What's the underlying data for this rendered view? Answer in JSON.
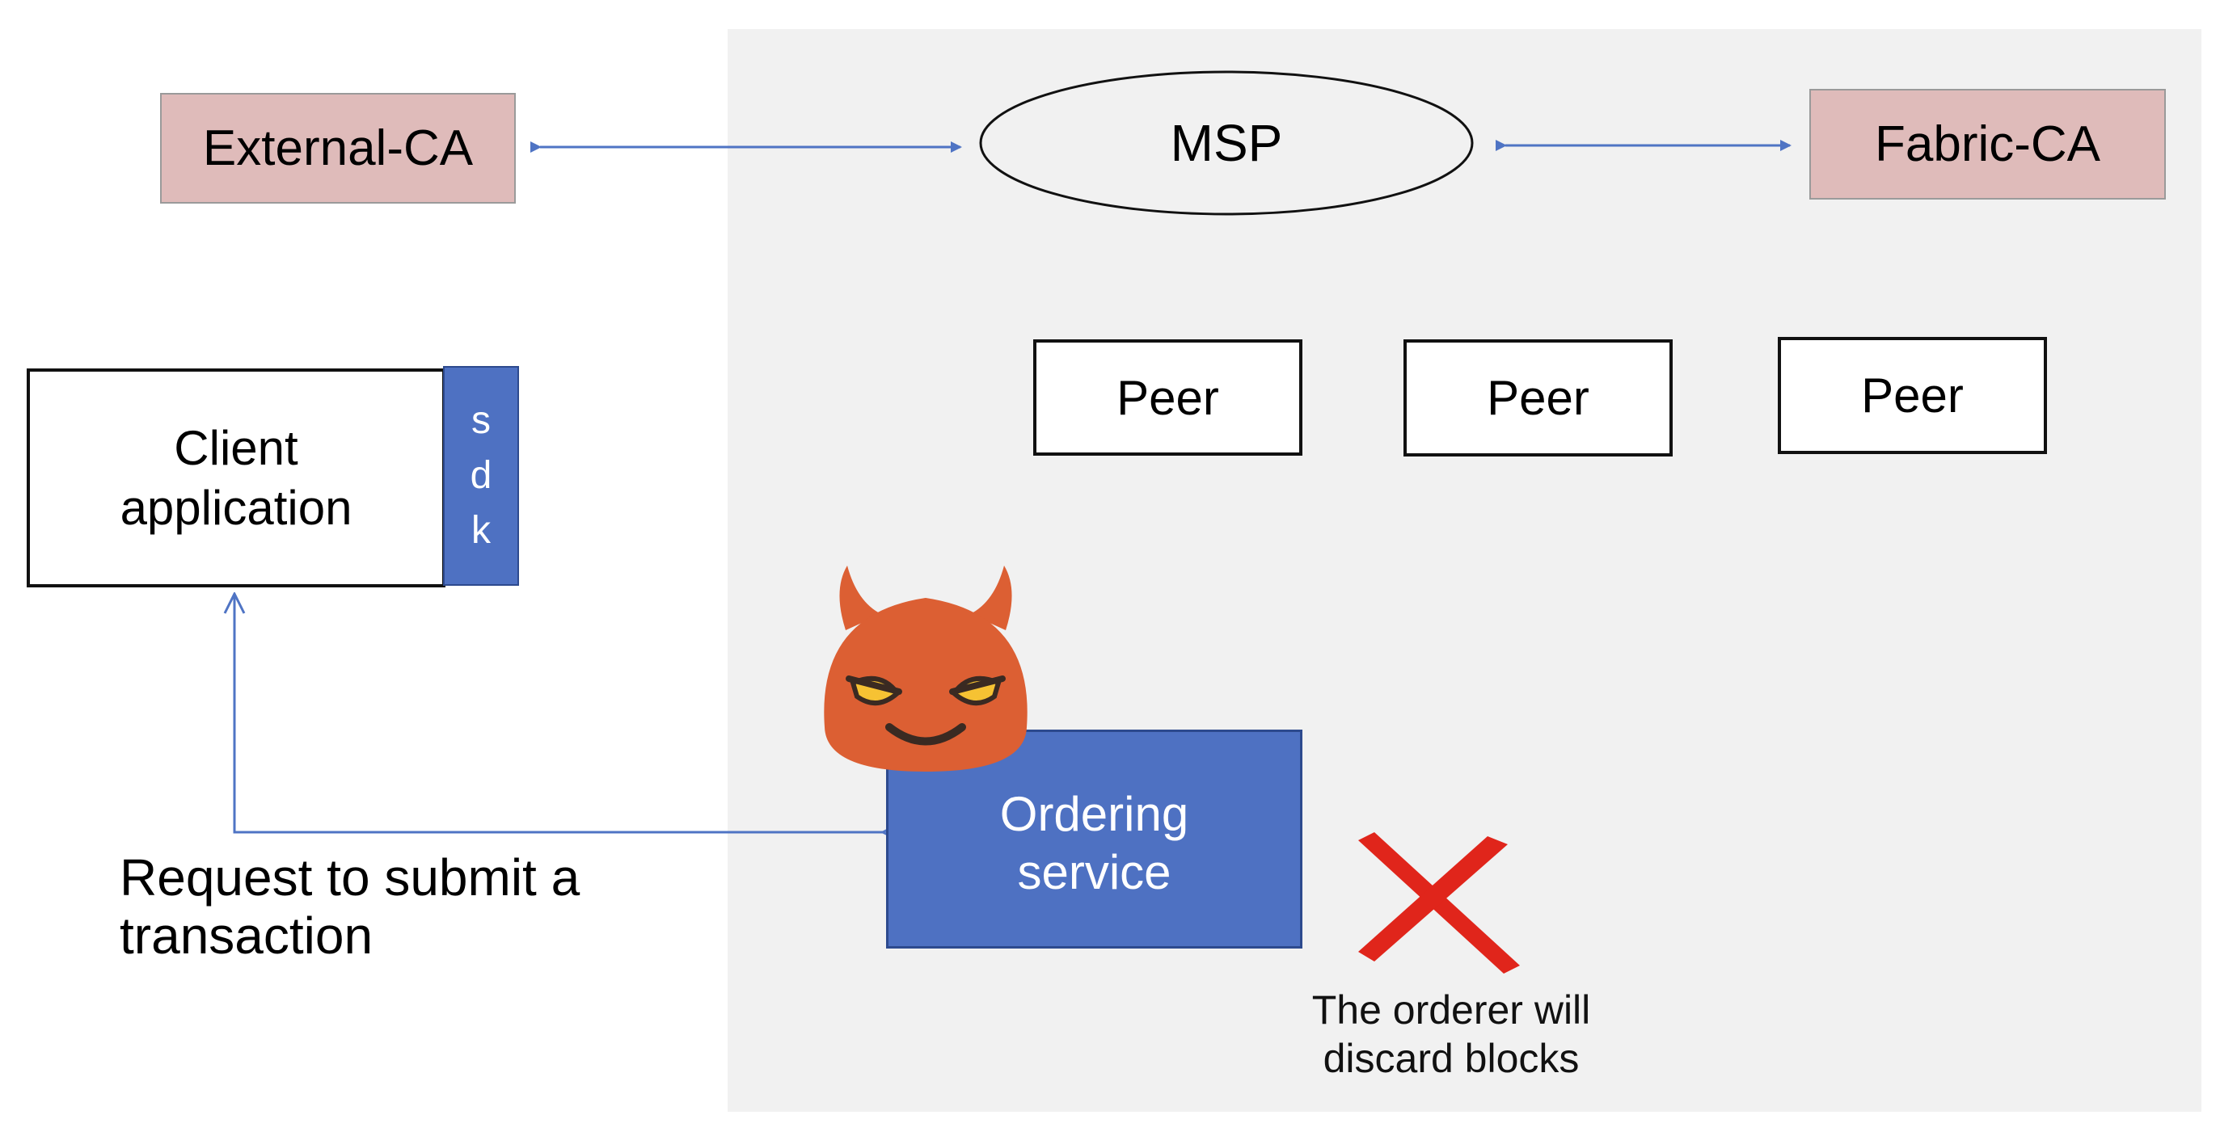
{
  "nodes": {
    "external_ca": "External-CA",
    "msp": "MSP",
    "fabric_ca": "Fabric-CA",
    "peers": [
      "Peer",
      "Peer",
      "Peer"
    ],
    "client": [
      "Client",
      "application"
    ],
    "sdk": [
      "s",
      "d",
      "k"
    ],
    "ordering": [
      "Ordering",
      "service"
    ]
  },
  "labels": {
    "request": [
      "Request to submit a",
      "transaction"
    ],
    "orderer_note": [
      "The orderer will",
      "discard blocks"
    ]
  },
  "icons": {
    "orderer_status": "devil-face-icon",
    "discard_mark": "red-x-icon"
  },
  "colors": {
    "ca_fill": "#dfbbba",
    "service_blue": "#4e71c2",
    "arrow_blue": "#4f74c4",
    "panel_gray": "#f1f1f1",
    "devil_orange": "#dc5f33",
    "cross_red": "#e0251b"
  }
}
